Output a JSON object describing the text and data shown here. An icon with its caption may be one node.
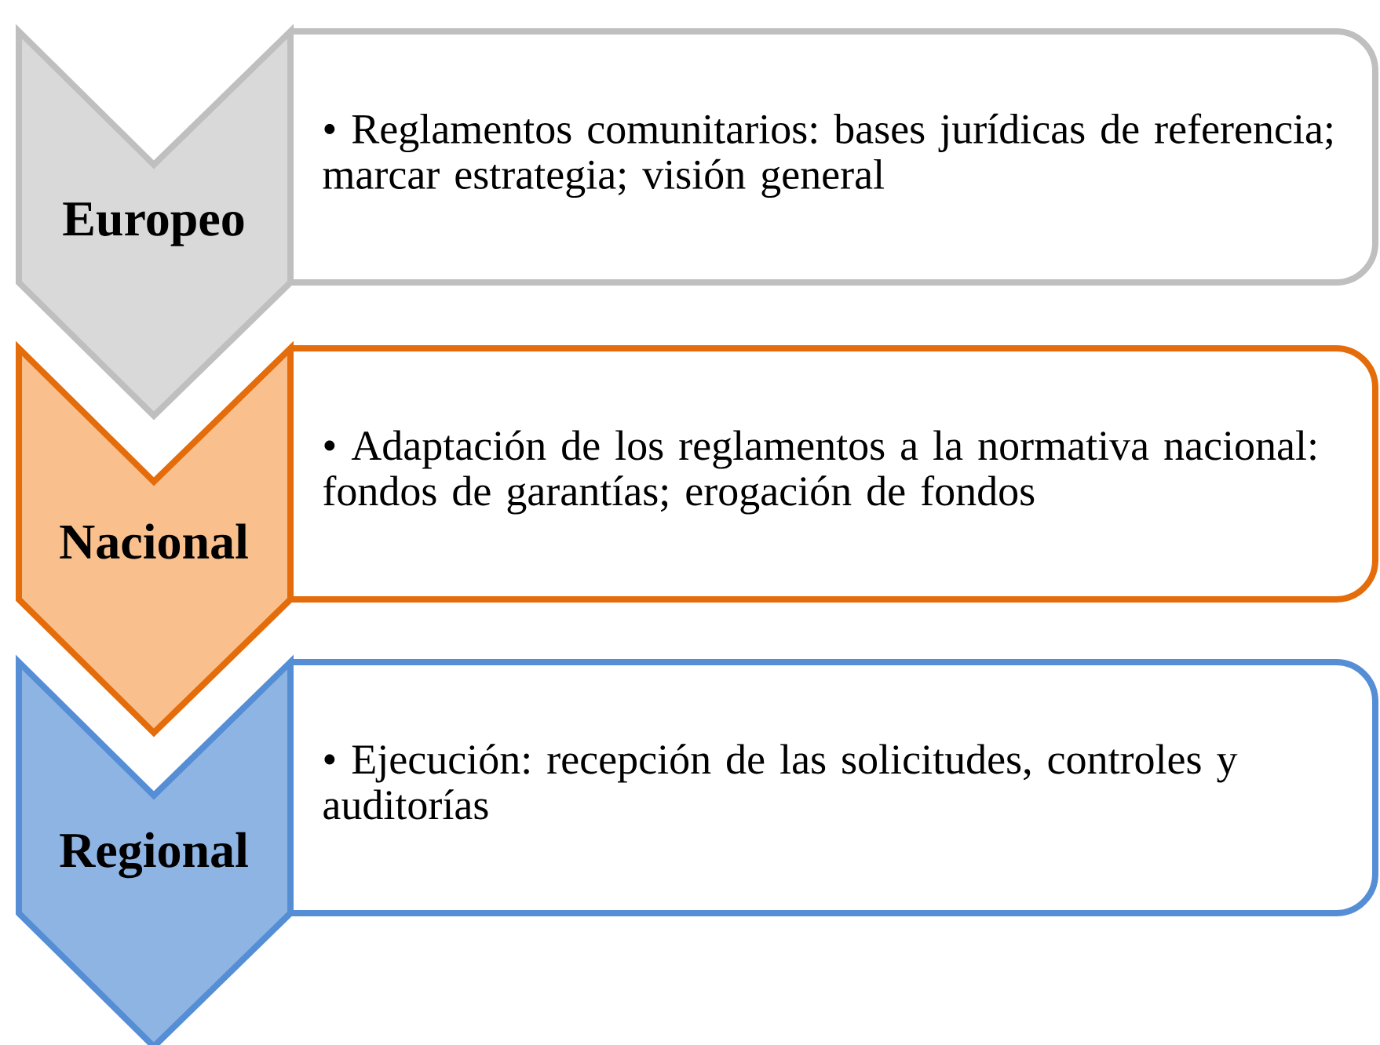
{
  "diagram": {
    "nodes": [
      {
        "text": [
          "Europeo"
        ]
      },
      {
        "text": [
          "• Reglamentos comunitarios: bases jurídicas de referencia; marcar estrategia; visión general"
        ]
      },
      {
        "text": [
          "Nacional"
        ]
      },
      {
        "text": [
          "• Adaptación de los reglamentos a la normativa nacional: fondos de garantías; erogación de fondos"
        ]
      },
      {
        "text": [
          "Regional"
        ]
      },
      {
        "text": [
          "• Ejecución: recepción de las solicitudes, controles y auditorías"
        ]
      }
    ]
  }
}
